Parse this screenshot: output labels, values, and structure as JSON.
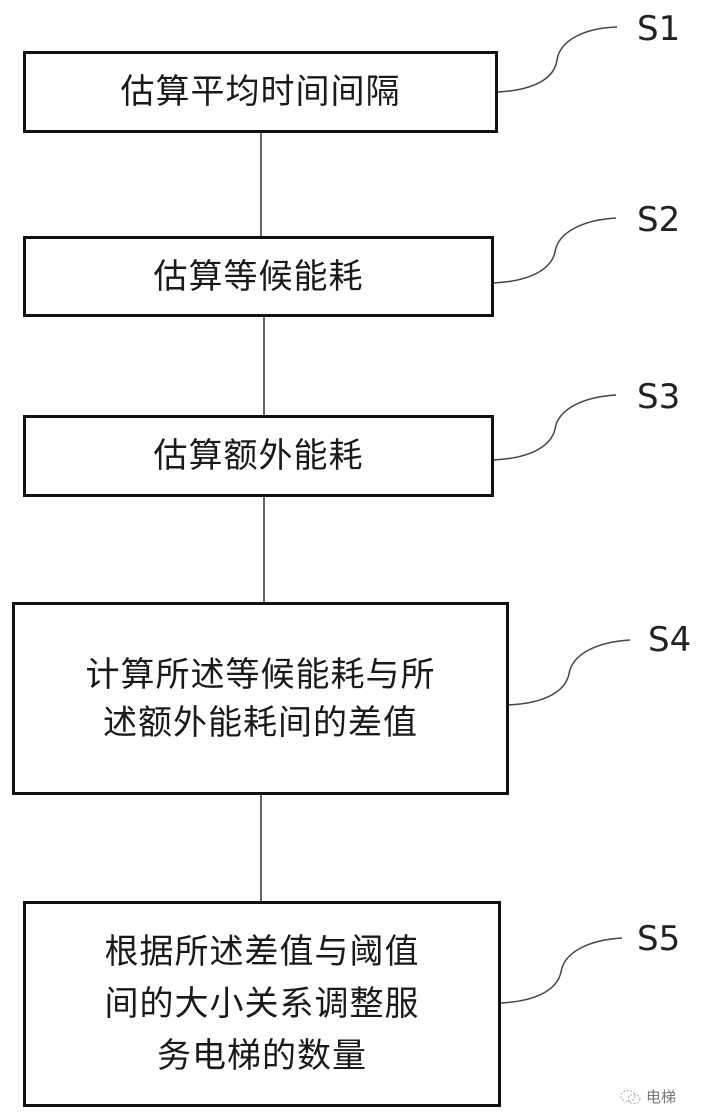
{
  "diagram": {
    "type": "flowchart",
    "steps": [
      {
        "id": "S1",
        "label": "S1",
        "text": "估算平均时间间隔"
      },
      {
        "id": "S2",
        "label": "S2",
        "text": "估算等候能耗"
      },
      {
        "id": "S3",
        "label": "S3",
        "text": "估算额外能耗"
      },
      {
        "id": "S4",
        "label": "S4",
        "text": "计算所述等候能耗与所\n述额外能耗间的差值"
      },
      {
        "id": "S5",
        "label": "S5",
        "text": "根据所述差值与阈值\n间的大小关系调整服\n务电梯的数量"
      }
    ],
    "connections": [
      [
        "S1",
        "S2"
      ],
      [
        "S2",
        "S3"
      ],
      [
        "S3",
        "S4"
      ],
      [
        "S4",
        "S5"
      ]
    ]
  },
  "watermark": {
    "icon": "wechat-icon",
    "text": "电梯"
  },
  "colors": {
    "stroke": "#111111",
    "leader": "#444444",
    "background": "#ffffff"
  }
}
